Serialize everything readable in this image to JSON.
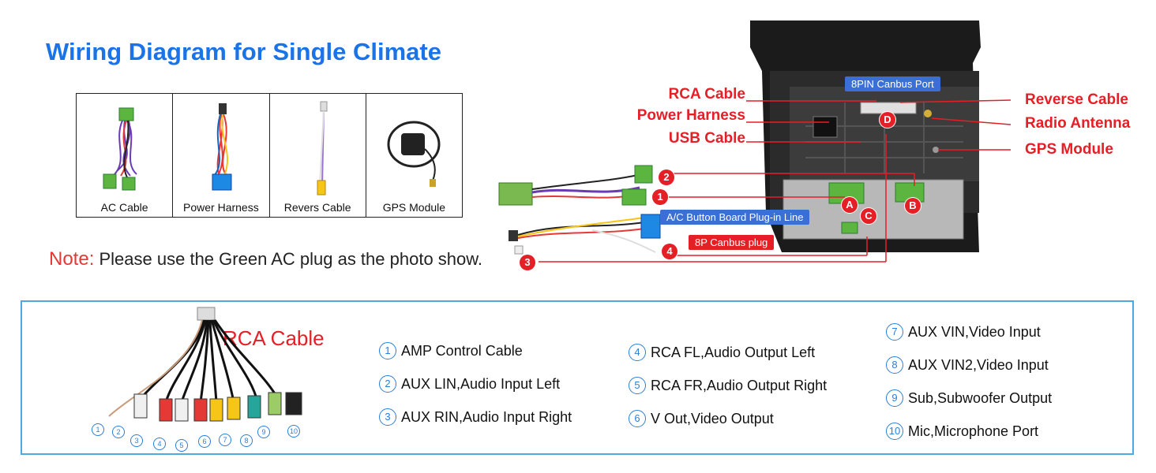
{
  "title": "Wiring Diagram for Single Climate",
  "accessories": [
    {
      "label": "AC Cable",
      "icon": "ac-cable-icon"
    },
    {
      "label": "Power Harness",
      "icon": "power-harness-icon"
    },
    {
      "label": "Revers Cable",
      "icon": "reverse-cable-icon"
    },
    {
      "label": "GPS Module",
      "icon": "gps-module-icon"
    }
  ],
  "note": {
    "label": "Note:",
    "text": "Please use the Green AC plug as the photo show."
  },
  "callouts": {
    "rca_cable": "RCA Cable",
    "power_harness": "Power Harness",
    "usb_cable": "USB Cable",
    "reverse_cable": "Reverse Cable",
    "radio_antenna": "Radio Antenna",
    "gps_module": "GPS Module",
    "canbus_port": "8PIN Canbus Port",
    "ac_board_line": "A/C Button Board Plug-in Line",
    "canbus_plug": "8P Canbus plug"
  },
  "markers": {
    "m1": "1",
    "m2": "2",
    "m3": "3",
    "m4": "4",
    "mA": "A",
    "mB": "B",
    "mC": "C",
    "mD": "D"
  },
  "rca": {
    "title": "RCA Cable",
    "numbers": [
      "1",
      "2",
      "3",
      "4",
      "5",
      "6",
      "7",
      "8",
      "9",
      "10"
    ],
    "items": [
      {
        "num": "1",
        "text": "AMP Control Cable"
      },
      {
        "num": "2",
        "text": "AUX LIN,Audio Input Left"
      },
      {
        "num": "3",
        "text": "AUX RIN,Audio Input Right"
      },
      {
        "num": "4",
        "text": "RCA FL,Audio Output Left"
      },
      {
        "num": "5",
        "text": "RCA FR,Audio Output Right"
      },
      {
        "num": "6",
        "text": "V Out,Video Output"
      },
      {
        "num": "7",
        "text": "AUX VIN,Video Input"
      },
      {
        "num": "8",
        "text": "AUX VIN2,Video Input"
      },
      {
        "num": "9",
        "text": "Sub,Subwoofer Output"
      },
      {
        "num": "10",
        "text": "Mic,Microphone Port"
      }
    ]
  },
  "colors": {
    "title_blue": "#1a73e8",
    "callout_red": "#e41f26",
    "pill_blue": "#3b6fd6",
    "border_blue": "#4fa9e0",
    "plug_green": "#5cb53e"
  }
}
